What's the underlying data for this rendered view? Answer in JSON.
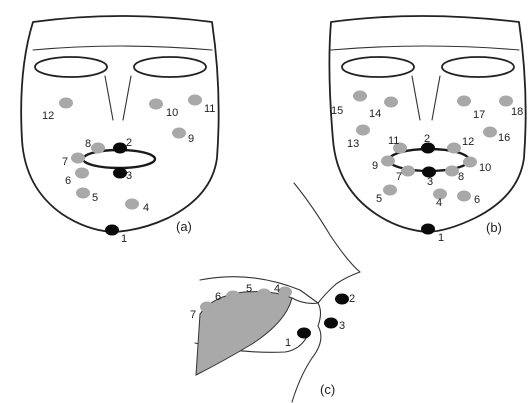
{
  "panels": {
    "a": {
      "caption": "(a)",
      "markers": [
        {
          "label": "1",
          "color": "black"
        },
        {
          "label": "2",
          "color": "black"
        },
        {
          "label": "3",
          "color": "black"
        },
        {
          "label": "4",
          "color": "gray"
        },
        {
          "label": "5",
          "color": "gray"
        },
        {
          "label": "6",
          "color": "gray"
        },
        {
          "label": "7",
          "color": "gray"
        },
        {
          "label": "8",
          "color": "gray"
        },
        {
          "label": "9",
          "color": "gray"
        },
        {
          "label": "10",
          "color": "gray"
        },
        {
          "label": "11",
          "color": "gray"
        },
        {
          "label": "12",
          "color": "gray"
        }
      ]
    },
    "b": {
      "caption": "(b)",
      "markers": [
        {
          "label": "1",
          "color": "black"
        },
        {
          "label": "2",
          "color": "black"
        },
        {
          "label": "3",
          "color": "black"
        },
        {
          "label": "4",
          "color": "gray"
        },
        {
          "label": "5",
          "color": "gray"
        },
        {
          "label": "6",
          "color": "gray"
        },
        {
          "label": "7",
          "color": "gray"
        },
        {
          "label": "8",
          "color": "gray"
        },
        {
          "label": "9",
          "color": "gray"
        },
        {
          "label": "10",
          "color": "gray"
        },
        {
          "label": "11",
          "color": "gray"
        },
        {
          "label": "12",
          "color": "gray"
        },
        {
          "label": "13",
          "color": "gray"
        },
        {
          "label": "14",
          "color": "gray"
        },
        {
          "label": "15",
          "color": "gray"
        },
        {
          "label": "16",
          "color": "gray"
        },
        {
          "label": "17",
          "color": "gray"
        },
        {
          "label": "18",
          "color": "gray"
        }
      ]
    },
    "c": {
      "caption": "(c)",
      "markers": [
        {
          "label": "1",
          "color": "black"
        },
        {
          "label": "2",
          "color": "black"
        },
        {
          "label": "3",
          "color": "black"
        },
        {
          "label": "4",
          "color": "gray"
        },
        {
          "label": "5",
          "color": "gray"
        },
        {
          "label": "6",
          "color": "gray"
        },
        {
          "label": "7",
          "color": "gray"
        }
      ]
    }
  },
  "colors": {
    "marker_black": "#0a0a0a",
    "marker_gray": "#a8a8a8",
    "outline": "#222222",
    "tongue_fill": "#a9a9a9"
  }
}
